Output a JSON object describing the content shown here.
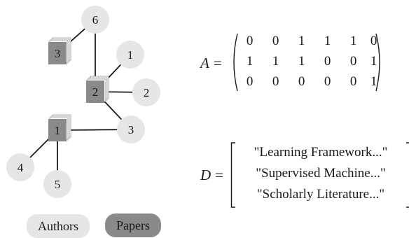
{
  "graph": {
    "authors": [
      {
        "id": "author-1",
        "label": "1"
      },
      {
        "id": "author-2",
        "label": "2"
      },
      {
        "id": "author-3",
        "label": "3"
      },
      {
        "id": "author-4",
        "label": "4"
      },
      {
        "id": "author-5",
        "label": "5"
      },
      {
        "id": "author-6",
        "label": "6"
      }
    ],
    "papers": [
      {
        "id": "paper-1",
        "label": "1"
      },
      {
        "id": "paper-2",
        "label": "2"
      },
      {
        "id": "paper-3",
        "label": "3"
      }
    ],
    "edges": [
      [
        "paper-3",
        "author-6"
      ],
      [
        "paper-2",
        "author-6"
      ],
      [
        "paper-2",
        "author-1"
      ],
      [
        "paper-2",
        "author-2"
      ],
      [
        "paper-2",
        "author-3"
      ],
      [
        "paper-1",
        "author-3"
      ],
      [
        "paper-1",
        "author-4"
      ],
      [
        "paper-1",
        "author-5"
      ]
    ],
    "colors": {
      "author_fill": "#e6e6e6",
      "paper_fill": "#8a8a8a",
      "paper_stack_fill": "#ffffff",
      "edge": "#1a1a1a"
    }
  },
  "legend": {
    "authors_label": "Authors",
    "papers_label": "Papers"
  },
  "matrix_A": {
    "symbol": "A",
    "equals": "=",
    "rows": [
      [
        "0",
        "0",
        "1",
        "1",
        "1",
        "0"
      ],
      [
        "1",
        "1",
        "1",
        "0",
        "0",
        "1"
      ],
      [
        "0",
        "0",
        "0",
        "0",
        "0",
        "1"
      ]
    ]
  },
  "matrix_D": {
    "symbol": "D",
    "equals": "=",
    "rows": [
      "\"Learning Framework...\"",
      "\"Supervised Machine...\"",
      "\"Scholarly Literature...\""
    ]
  }
}
